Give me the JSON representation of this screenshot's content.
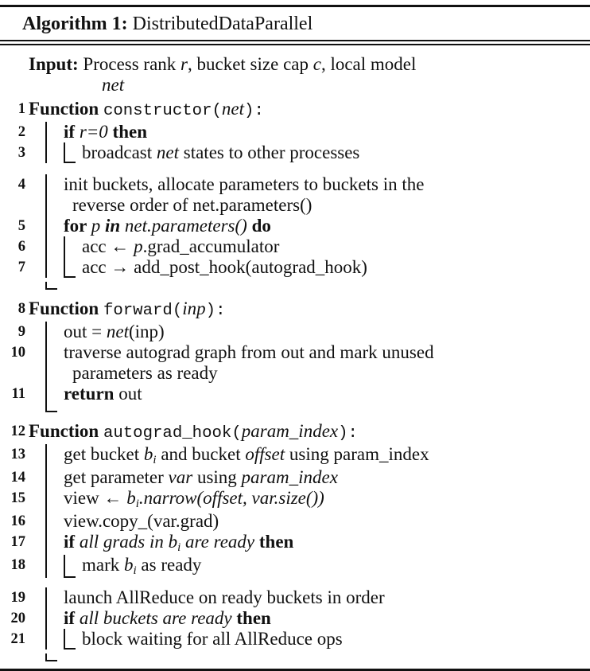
{
  "caption": {
    "label": "Algorithm 1: ",
    "title": "DistributedDataParallel"
  },
  "colors": {
    "ink": "#111111",
    "background": "#ffffff"
  },
  "lines": [
    {
      "n": "",
      "lvl": 0,
      "gap": 5,
      "cls": "input",
      "seg": [
        [
          "b",
          "Input: "
        ],
        [
          "r",
          "Process rank "
        ],
        [
          "i",
          "r"
        ],
        [
          "r",
          ", bucket size cap "
        ],
        [
          "i",
          "c"
        ],
        [
          "r",
          ", local model"
        ]
      ]
    },
    {
      "n": "",
      "lvl": 0,
      "cls": "input-cont",
      "seg": [
        [
          "i",
          "net"
        ]
      ]
    },
    {
      "n": "1",
      "lvl": 0,
      "gap": 4,
      "seg": [
        [
          "b",
          "Function "
        ],
        [
          "m",
          "constructor("
        ],
        [
          "i",
          "net"
        ],
        [
          "m",
          "):"
        ]
      ]
    },
    {
      "n": "2",
      "lvl": 1,
      "rules": [
        "bar"
      ],
      "seg": [
        [
          "b",
          "if "
        ],
        [
          "i",
          "r=0"
        ],
        [
          "b",
          " then"
        ]
      ]
    },
    {
      "n": "3",
      "lvl": 2,
      "rules": [
        "bar",
        "end"
      ],
      "seg": [
        [
          "r",
          "broadcast "
        ],
        [
          "i",
          "net"
        ],
        [
          "r",
          " states to other processes"
        ]
      ]
    },
    {
      "n": "4",
      "lvl": 1,
      "rules": [
        "bar"
      ],
      "gap": 9,
      "seg": [
        [
          "r",
          "init buckets, allocate parameters to buckets in the"
        ]
      ]
    },
    {
      "n": "",
      "lvl": 1,
      "rules": [
        "bar"
      ],
      "cls": "cont",
      "seg": [
        [
          "r",
          "reverse order of net.parameters()"
        ]
      ]
    },
    {
      "n": "5",
      "lvl": 1,
      "rules": [
        "bar"
      ],
      "seg": [
        [
          "b",
          "for "
        ],
        [
          "i",
          "p "
        ],
        [
          "bi",
          "in "
        ],
        [
          "i",
          "net.parameters() "
        ],
        [
          "b",
          "do"
        ]
      ]
    },
    {
      "n": "6",
      "lvl": 2,
      "rules": [
        "bar",
        "bar"
      ],
      "seg": [
        [
          "r",
          "acc ← "
        ],
        [
          "i",
          "p"
        ],
        [
          "r",
          ".grad_accumulator"
        ]
      ]
    },
    {
      "n": "7",
      "lvl": 2,
      "rules": [
        "bar",
        "end"
      ],
      "seg": [
        [
          "r",
          "acc → add_post_hook(autograd_hook)"
        ]
      ]
    },
    {
      "foot": true,
      "rules": [
        "end"
      ]
    },
    {
      "n": "8",
      "lvl": 0,
      "gap": 11,
      "seg": [
        [
          "b",
          "Function "
        ],
        [
          "m",
          "forward("
        ],
        [
          "i",
          "inp"
        ],
        [
          "m",
          "):"
        ]
      ]
    },
    {
      "n": "9",
      "lvl": 1,
      "rules": [
        "bar"
      ],
      "seg": [
        [
          "r",
          "out = "
        ],
        [
          "i",
          "net"
        ],
        [
          "r",
          "(inp)"
        ]
      ]
    },
    {
      "n": "10",
      "lvl": 1,
      "rules": [
        "bar"
      ],
      "seg": [
        [
          "r",
          "traverse autograd graph from out and mark unused"
        ]
      ]
    },
    {
      "n": "",
      "lvl": 1,
      "rules": [
        "bar"
      ],
      "cls": "cont",
      "seg": [
        [
          "r",
          "parameters as ready"
        ]
      ]
    },
    {
      "n": "11",
      "lvl": 1,
      "rules": [
        "bar"
      ],
      "seg": [
        [
          "b",
          "return"
        ],
        [
          "r",
          " out"
        ]
      ]
    },
    {
      "foot": true,
      "rules": [
        "end"
      ]
    },
    {
      "n": "12",
      "lvl": 0,
      "gap": 11,
      "seg": [
        [
          "b",
          "Function "
        ],
        [
          "m",
          "autograd_hook("
        ],
        [
          "i",
          "param_index"
        ],
        [
          "m",
          "):"
        ]
      ]
    },
    {
      "n": "13",
      "lvl": 1,
      "rules": [
        "bar"
      ],
      "seg": [
        [
          "r",
          "get bucket "
        ],
        [
          "i",
          "b"
        ],
        [
          "sub",
          "i"
        ],
        [
          "r",
          " and bucket "
        ],
        [
          "i",
          "offset"
        ],
        [
          "r",
          " using param_index"
        ]
      ]
    },
    {
      "n": "14",
      "lvl": 1,
      "rules": [
        "bar"
      ],
      "seg": [
        [
          "r",
          "get parameter "
        ],
        [
          "i",
          "var"
        ],
        [
          "r",
          " using "
        ],
        [
          "i",
          "param_index"
        ]
      ]
    },
    {
      "n": "15",
      "lvl": 1,
      "rules": [
        "bar"
      ],
      "seg": [
        [
          "r",
          "view ← "
        ],
        [
          "i",
          "b"
        ],
        [
          "sub",
          "i"
        ],
        [
          "i",
          ".narrow(offset, var.size())"
        ]
      ]
    },
    {
      "n": "16",
      "lvl": 1,
      "rules": [
        "bar"
      ],
      "seg": [
        [
          "r",
          "view.copy_(var.grad)"
        ]
      ]
    },
    {
      "n": "17",
      "lvl": 1,
      "rules": [
        "bar"
      ],
      "seg": [
        [
          "b",
          "if "
        ],
        [
          "i",
          "all grads in b"
        ],
        [
          "sub",
          "i"
        ],
        [
          "i",
          " are ready "
        ],
        [
          "b",
          "then"
        ]
      ]
    },
    {
      "n": "18",
      "lvl": 2,
      "rules": [
        "bar",
        "end"
      ],
      "seg": [
        [
          "r",
          "mark "
        ],
        [
          "i",
          "b"
        ],
        [
          "sub",
          "i"
        ],
        [
          "r",
          " as ready"
        ]
      ]
    },
    {
      "n": "19",
      "lvl": 1,
      "rules": [
        "bar"
      ],
      "gap": 7,
      "seg": [
        [
          "r",
          "launch AllReduce on ready buckets in order"
        ]
      ]
    },
    {
      "n": "20",
      "lvl": 1,
      "rules": [
        "bar"
      ],
      "seg": [
        [
          "b",
          "if "
        ],
        [
          "i",
          "all buckets are ready "
        ],
        [
          "b",
          "then"
        ]
      ]
    },
    {
      "n": "21",
      "lvl": 2,
      "rules": [
        "bar",
        "end"
      ],
      "seg": [
        [
          "r",
          "block waiting for all AllReduce ops"
        ]
      ]
    },
    {
      "foot": true,
      "rules": [
        "end"
      ]
    }
  ]
}
